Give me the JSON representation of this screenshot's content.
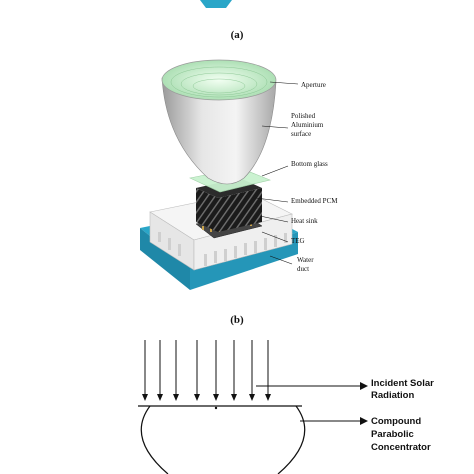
{
  "panels": {
    "a": "(a)",
    "b": "(b)"
  },
  "labels_a": {
    "aperture": "Aperture",
    "polished_line1": "Polished",
    "polished_line2": "Aluminium",
    "polished_line3": "surface",
    "bottom_glass": "Bottom glass",
    "embedded_pcm": "Embedded PCM",
    "heat_sink": "Heat sink",
    "teg": "TEG",
    "water_line1": "Water",
    "water_line2": "duct"
  },
  "labels_b": {
    "incident_line1": "Incident Solar",
    "incident_line2": "Radiation",
    "cpc_line1": "Compound",
    "cpc_line2": "Parabolic",
    "cpc_line3": "Concentrator"
  },
  "colors": {
    "water_duct": "#2aa6c8",
    "heat_sink": "#f2f2f2",
    "glass_green": "#c9f2cf",
    "reflector_outer": "#d4d4d4",
    "pcm_dark": "#1b1b1b"
  }
}
